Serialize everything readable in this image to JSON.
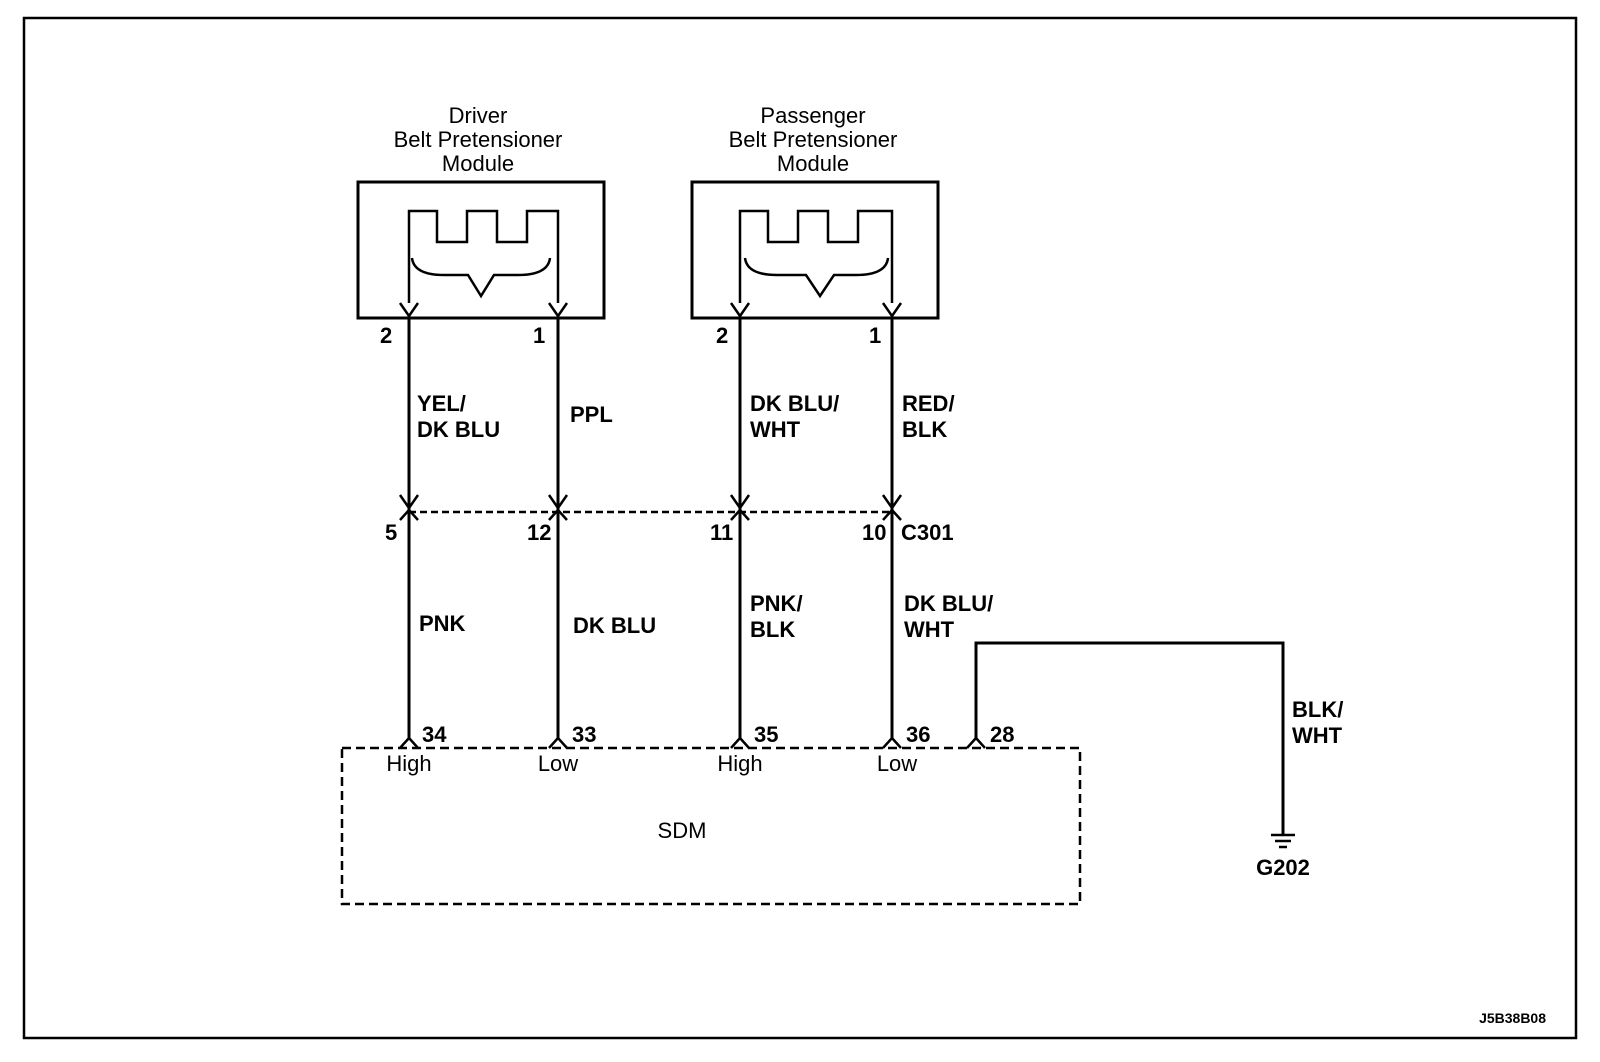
{
  "modules": {
    "driver": {
      "title": [
        "Driver",
        "Belt Pretensioner",
        "Module"
      ],
      "pin_left": "2",
      "pin_right": "1"
    },
    "passenger": {
      "title": [
        "Passenger",
        "Belt Pretensioner",
        "Module"
      ],
      "pin_left": "2",
      "pin_right": "1"
    }
  },
  "upper_wires": [
    {
      "id": "w1",
      "color": [
        "YEL/",
        "DK BLU"
      ]
    },
    {
      "id": "w2",
      "color": [
        "PPL"
      ]
    },
    {
      "id": "w3",
      "color": [
        "DK BLU/",
        "WHT"
      ]
    },
    {
      "id": "w4",
      "color": [
        "RED/",
        "BLK"
      ]
    }
  ],
  "connector": {
    "name": "C301",
    "pins": [
      "5",
      "12",
      "11",
      "10"
    ]
  },
  "lower_wires": [
    {
      "id": "w5",
      "color": [
        "PNK"
      ]
    },
    {
      "id": "w6",
      "color": [
        "DK BLU"
      ]
    },
    {
      "id": "w7",
      "color": [
        "PNK/",
        "BLK"
      ]
    },
    {
      "id": "w8",
      "color": [
        "DK BLU/",
        "WHT"
      ]
    }
  ],
  "sdm": {
    "name": "SDM",
    "pins": [
      {
        "pin": "34",
        "function": "High"
      },
      {
        "pin": "33",
        "function": "Low"
      },
      {
        "pin": "35",
        "function": "High"
      },
      {
        "pin": "36",
        "function": "Low"
      },
      {
        "pin": "28",
        "function": ""
      }
    ]
  },
  "ground": {
    "wire_color": [
      "BLK/",
      "WHT"
    ],
    "name": "G202"
  },
  "figure_id": "J5B38B08"
}
